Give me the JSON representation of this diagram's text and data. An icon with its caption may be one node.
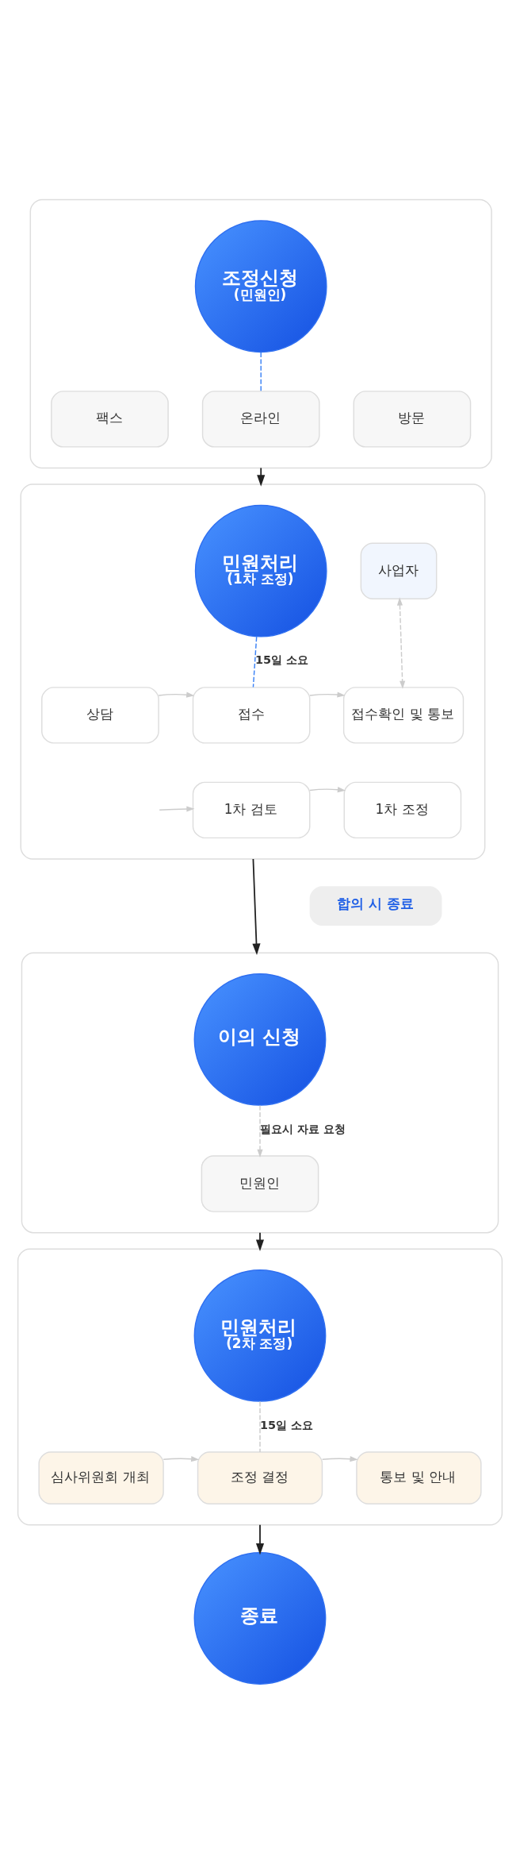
{
  "diagram": {
    "nodes": [
      {
        "text": [],
        "shape": "box"
      },
      {
        "text": [
          "조정신청",
          "(민원인)"
        ],
        "in": 0
      },
      {
        "text": [
          "팩스"
        ],
        "in": 0
      },
      {
        "text": [
          "온라인"
        ],
        "in": 0
      },
      {
        "text": [
          "방문"
        ],
        "in": 0
      },
      {
        "text": [],
        "shape": "box"
      },
      {
        "text": [
          "민원처리",
          "(1차 조정)"
        ],
        "in": 5
      },
      {
        "text": [
          "사업자"
        ],
        "in": 5
      },
      {
        "text": [
          "상담"
        ],
        "in": 5
      },
      {
        "text": [
          "접수"
        ],
        "in": 5
      },
      {
        "text": [
          "접수확인 및 통보"
        ],
        "in": 5
      },
      {
        "text": [
          "1차 검토"
        ],
        "in": 5
      },
      {
        "text": [
          "1차 조정"
        ],
        "in": 5
      },
      {
        "text": [
          "합의 시 종료"
        ]
      },
      {
        "text": [],
        "shape": "box"
      },
      {
        "text": [
          "이의 신청"
        ],
        "in": 14
      },
      {
        "text": [
          "민원인"
        ],
        "in": 14
      },
      {
        "text": [],
        "shape": "box"
      },
      {
        "text": [
          "민원처리",
          "(2차 조정)"
        ],
        "in": 17
      },
      {
        "text": [
          "심사위원회 개최"
        ],
        "in": 17
      },
      {
        "text": [
          "조정 결정"
        ],
        "in": 17
      },
      {
        "text": [
          "통보 및 안내"
        ],
        "in": 17
      },
      {
        "text": [
          "종료"
        ]
      }
    ],
    "edges": [
      {
        "from": 1,
        "to": 3,
        "arrow": "none",
        "style": "dashed",
        "color": "#3b82f6"
      },
      {
        "from": 0,
        "to": 5,
        "arrow": "to",
        "color": "#222222"
      },
      {
        "from": 6,
        "to": 9,
        "arrow": "none",
        "style": "dashed",
        "color": "#3b82f6",
        "label": "15일 소요"
      },
      {
        "from": 8,
        "to": 9,
        "arrow": "to"
      },
      {
        "from": 9,
        "to": 10,
        "arrow": "to"
      },
      {
        "from": 7,
        "to": 10,
        "arrow": "both",
        "style": "dashed"
      },
      {
        "from": null,
        "to": 11,
        "arrow": "to"
      },
      {
        "from": 11,
        "to": 12,
        "arrow": "to"
      },
      {
        "from": 5,
        "to": 14,
        "arrow": "to",
        "color": "#222222"
      },
      {
        "from": 15,
        "to": 16,
        "arrow": "to",
        "style": "dashed",
        "label": "필요시 자료 요청"
      },
      {
        "from": 14,
        "to": 17,
        "arrow": "to",
        "color": "#222222"
      },
      {
        "from": 18,
        "to": 20,
        "arrow": "none",
        "style": "dashed",
        "label": "15일 소요"
      },
      {
        "from": 19,
        "to": 20,
        "arrow": "to"
      },
      {
        "from": 20,
        "to": 21,
        "arrow": "to"
      },
      {
        "from": 17,
        "to": 22,
        "arrow": "to",
        "color": "#222222"
      }
    ]
  }
}
